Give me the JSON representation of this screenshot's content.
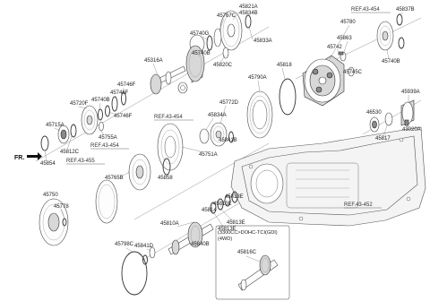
{
  "diagram": {
    "direction_label": "FR.",
    "refs": {
      "r454_top": "REF.43-454",
      "r454_mid": "REF.43-454",
      "r454_left": "REF.43-454",
      "r455": "REF.43-455",
      "r452": "REF.43-452"
    },
    "note": {
      "line1": "(3300CC>DOHC-TCI(GDI)",
      "line2": "(4WD)"
    },
    "labels": {
      "p45821A": "45821A",
      "p45834B": "45834B",
      "p45767C": "45767C",
      "p45740G": "45740G",
      "p45833A": "45833A",
      "p45780": "45780",
      "p45837B": "45837B",
      "p45863": "45863",
      "p45742": "45742",
      "p45745C": "45745C",
      "p45740B_r": "45740B",
      "p45316A": "45316A",
      "p45740B_t": "45740B",
      "p45820C": "45820C",
      "p45818": "45818",
      "p45790A": "45790A",
      "p45746F_1": "45746F",
      "p45746F_2": "45746F",
      "p45740B_m": "45740B",
      "p45746F_3": "45746F",
      "p45720F": "45720F",
      "p45755A": "45755A",
      "p45715A": "45715A",
      "p45812C": "45812C",
      "p45854": "45854",
      "p45772D": "45772D",
      "p45834A": "45834A",
      "p45841B": "45841B",
      "p45751A": "45751A",
      "p45858": "45858",
      "p45765B": "45765B",
      "p46530": "46530",
      "p45817": "45817",
      "p45939A": "45939A",
      "p43020A": "43020A",
      "p45750": "45750",
      "p45778": "45778",
      "p45813E_1": "45813E",
      "p45813E_2": "45813E",
      "p45814": "45814",
      "p45813E_3": "45813E",
      "p45813E_4": "45813E",
      "p45810A": "45810A",
      "p45798C": "45798C",
      "p45841D": "45841D",
      "p45840B": "45840B",
      "p45816C": "45816C"
    }
  }
}
